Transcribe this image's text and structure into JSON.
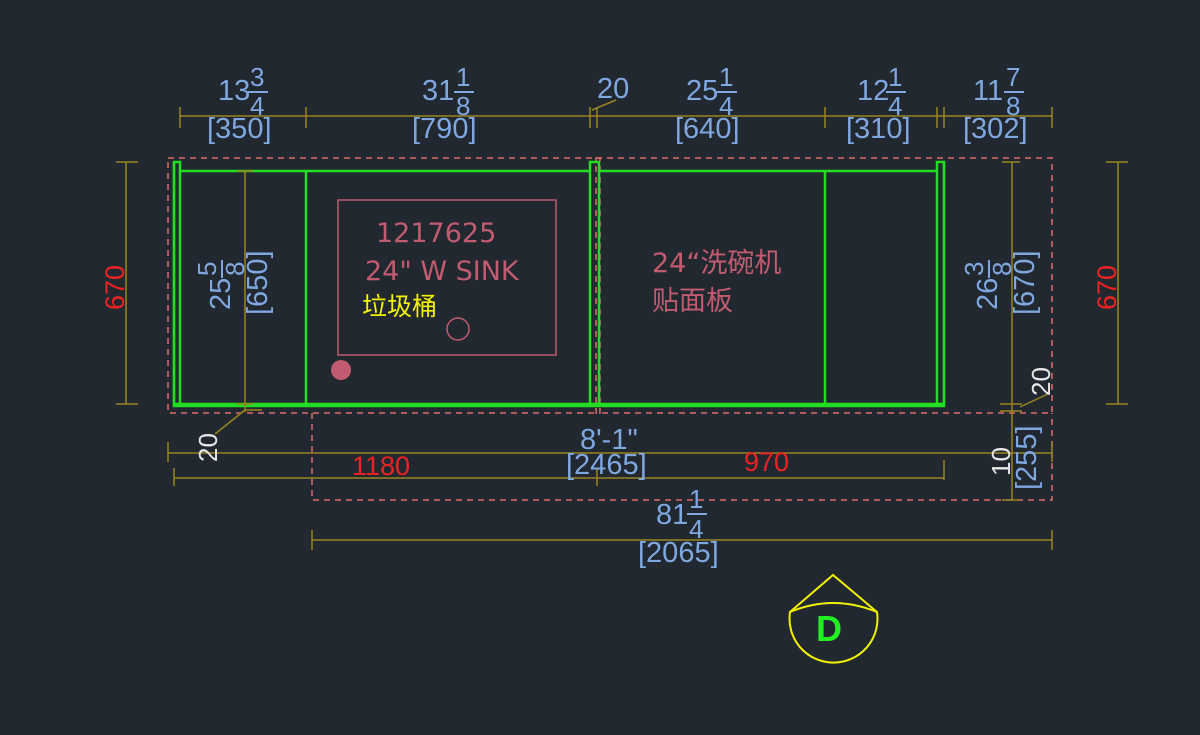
{
  "colors": {
    "background": "#212830",
    "dimension_line": "#9a8420",
    "cabinet_outline": "#22dd22",
    "dashed_outline": "#e06a6a",
    "dimension_text": "#7fa7e0",
    "metric_red": "#ee2222",
    "sink_label": "#c15b70",
    "bin_label": "#f2f200",
    "section_tag": "#f2f200"
  },
  "top_dimensions": {
    "d1": {
      "whole": "13",
      "num": "3",
      "den": "4",
      "mm": "[350]"
    },
    "d2": {
      "whole": "31",
      "num": "1",
      "den": "8",
      "mm": "[790]"
    },
    "d3": {
      "value": "20"
    },
    "d4": {
      "whole": "25",
      "num": "1",
      "den": "4",
      "mm": "[640]"
    },
    "d5": {
      "whole": "12",
      "num": "1",
      "den": "4",
      "mm": "[310]"
    },
    "d6": {
      "whole": "11",
      "num": "7",
      "den": "8",
      "mm": "[302]"
    }
  },
  "side_dimensions": {
    "left_outer": "670",
    "right_outer": "670",
    "left_inner": {
      "whole": "25",
      "num": "5",
      "den": "8",
      "mm": "[650]"
    },
    "right_inner": {
      "whole": "26",
      "num": "3",
      "den": "8",
      "mm": "[670]"
    },
    "right_gap": "20",
    "left_gap": "20",
    "right_small": {
      "value": "10",
      "mm": "[255]"
    }
  },
  "bottom_dimensions": {
    "overall_imperial": "8'-1\"",
    "overall_mm": "[2465]",
    "left_run": "1180",
    "right_run": "970",
    "lower": {
      "whole": "81",
      "num": "1",
      "den": "4",
      "mm": "[2065]"
    }
  },
  "labels": {
    "sink_code": "1217625",
    "sink_name": "24\" W SINK",
    "trash_bin": "垃圾桶",
    "dishwasher_line1": "24“洗碗机",
    "dishwasher_line2": "贴面板"
  },
  "section_tag": {
    "letter": "D"
  }
}
